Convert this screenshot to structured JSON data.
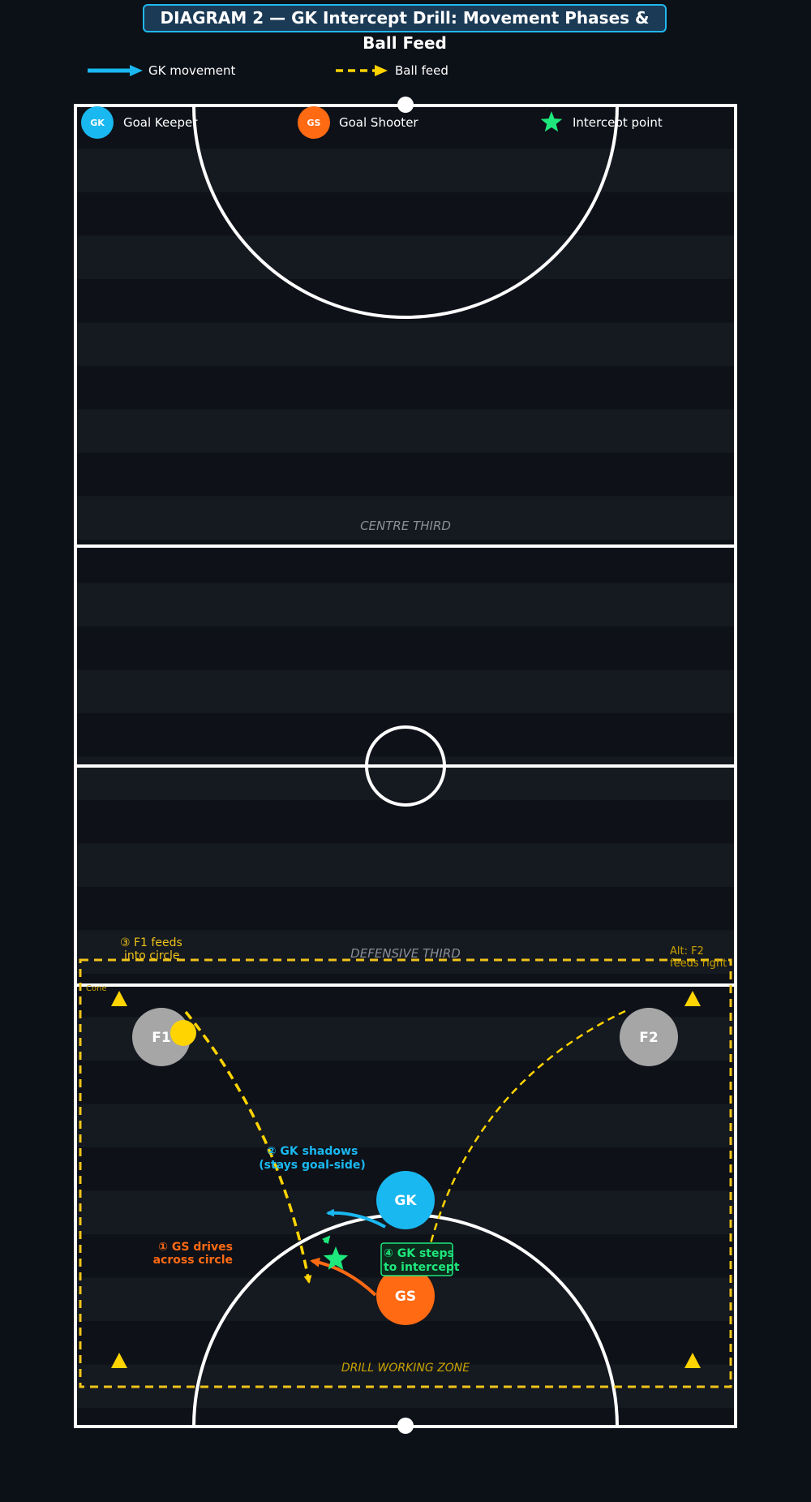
{
  "title": "DIAGRAM 2 — GK Intercept Drill: Movement Phases & Ball Feed",
  "colors": {
    "background": "#0c1017",
    "court_line": "#ffffff",
    "gk": "#1ab8f0",
    "gs": "#ff6a13",
    "feeder": "#a6a6a6",
    "ball": "#ffd400",
    "intercept": "#1ee87c",
    "zone": "#f0c419",
    "stripe_dark": "#0e1118",
    "stripe_light": "#151920"
  },
  "legend": {
    "gk_movement": "GK movement",
    "ball_feed": "Ball feed",
    "gk_marker": "GK",
    "gk_label": "Goal Keeper",
    "gs_marker": "GS",
    "gs_label": "Goal Shooter",
    "intercept_label": "Intercept point"
  },
  "court": {
    "centre_third": "CENTRE THIRD",
    "defensive_third": "DEFENSIVE THIRD",
    "drill_zone": "DRILL WORKING ZONE",
    "cone_label": "Cone"
  },
  "players": {
    "gk": "GK",
    "gs": "GS",
    "f1": "F1",
    "f2": "F2"
  },
  "annotations": {
    "step1": [
      "① GS drives",
      "across circle"
    ],
    "step2": [
      "② GK shadows",
      "(stays goal-side)"
    ],
    "step3": [
      "③ F1 feeds",
      "into circle"
    ],
    "step4": [
      "④ GK steps",
      "to intercept"
    ],
    "alt": [
      "Alt: F2",
      "feeds right"
    ]
  }
}
